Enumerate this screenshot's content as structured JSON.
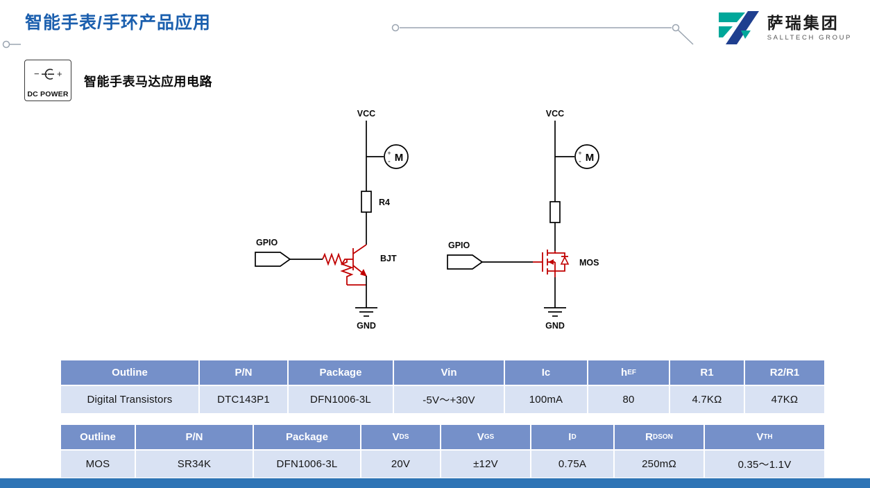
{
  "header": {
    "title": "智能手表/手环产品应用",
    "logo_name": "萨瑞集团",
    "logo_subname": "SALLTECH GROUP"
  },
  "section": {
    "dc_power_label": "DC POWER",
    "subtitle": "智能手表马达应用电路"
  },
  "circuits": {
    "bjt": {
      "vcc": "VCC",
      "motor": "M",
      "plus": "+",
      "minus": "-",
      "resistor": "R4",
      "device": "BJT",
      "gpio": "GPIO",
      "gnd": "GND"
    },
    "mos": {
      "vcc": "VCC",
      "motor": "M",
      "plus": "+",
      "minus": "-",
      "device": "MOS",
      "gpio": "GPIO",
      "gnd": "GND"
    }
  },
  "table_bjt": {
    "headers": [
      {
        "main": "Outline",
        "sub": ""
      },
      {
        "main": "P/N",
        "sub": ""
      },
      {
        "main": "Package",
        "sub": ""
      },
      {
        "main": "Vin",
        "sub": ""
      },
      {
        "main": "Ic",
        "sub": ""
      },
      {
        "main": "h",
        "sub": "EF"
      },
      {
        "main": "R1",
        "sub": ""
      },
      {
        "main": "R2/R1",
        "sub": ""
      }
    ],
    "row": [
      "Digital Transistors",
      "DTC143P1",
      "DFN1006-3L",
      "-5V～+30V",
      "100mA",
      "80",
      "4.7KΩ",
      "47KΩ"
    ]
  },
  "table_mos": {
    "headers": [
      {
        "main": "Outline",
        "sub": ""
      },
      {
        "main": "P/N",
        "sub": ""
      },
      {
        "main": "Package",
        "sub": ""
      },
      {
        "main": "V",
        "sub": "DS"
      },
      {
        "main": "V",
        "sub": "GS"
      },
      {
        "main": "I",
        "sub": "D"
      },
      {
        "main": "R",
        "sub": "DSON"
      },
      {
        "main": "V",
        "sub": "TH"
      }
    ],
    "row": [
      "MOS",
      "SR34K",
      "DFN1006-3L",
      "20V",
      "±12V",
      "0.75A",
      "250mΩ",
      "0.35～1.1V"
    ]
  }
}
